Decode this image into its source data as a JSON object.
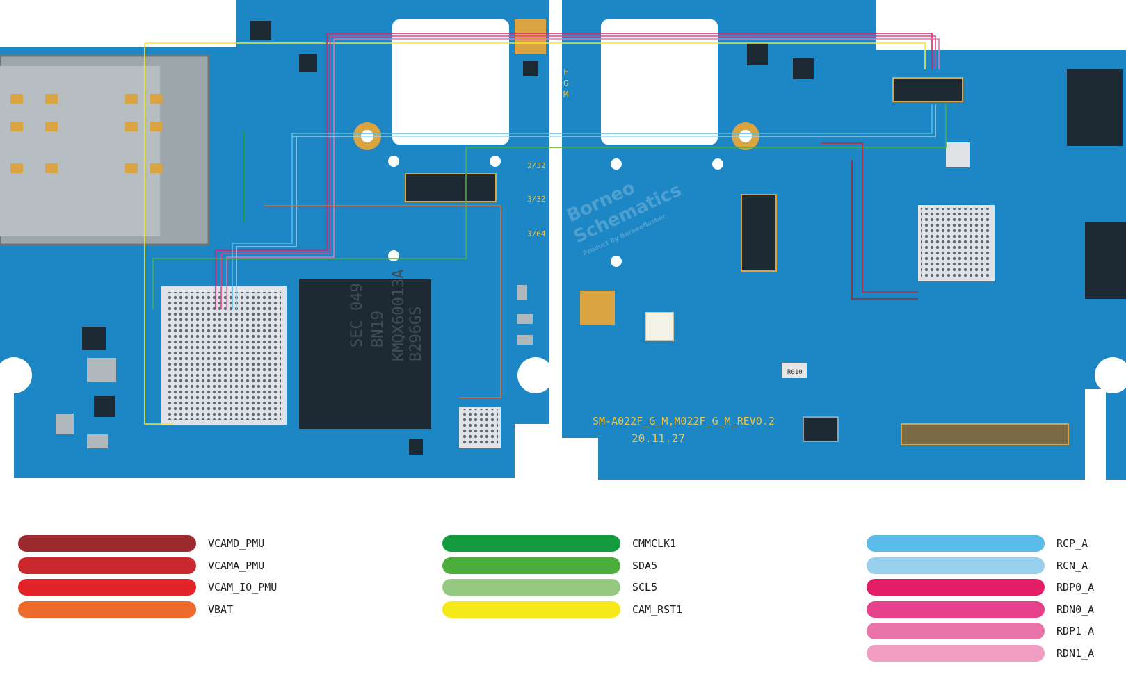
{
  "board": {
    "model_text": "SM-A022F_G_M,M022F_G_M_REV0.2",
    "date_text": "20.11.27",
    "left_board_labels": [
      "2/32",
      "3/32",
      "3/64"
    ],
    "right_board_labels": [
      "F",
      "G",
      "M"
    ],
    "chip_markings": [
      "SEC 049",
      "BN19",
      "KMQX60013A",
      "B296GS"
    ],
    "watermark_title": [
      "Borneo",
      "Schematics"
    ],
    "watermark_subtitle": "Product By Borneoflasher",
    "component_label": "R010",
    "colors": {
      "pcb": "#1d86c4",
      "pcb_dark": "#155f95",
      "pad_gold": "#d9a441",
      "chip": "#1e2a33"
    }
  },
  "legend": {
    "columns": [
      {
        "items": [
          {
            "label": "VCAMD_PMU",
            "color": "#9a2a2e"
          },
          {
            "label": "VCAMA_PMU",
            "color": "#c9282f"
          },
          {
            "label": "VCAM_IO_PMU",
            "color": "#e32229"
          },
          {
            "label": "VBAT",
            "color": "#ec6a2a"
          }
        ]
      },
      {
        "items": [
          {
            "label": "CMMCLK1",
            "color": "#149a3f"
          },
          {
            "label": "SDA5",
            "color": "#4cad3c"
          },
          {
            "label": "SCL5",
            "color": "#95c981"
          },
          {
            "label": "CAM_RST1",
            "color": "#f6e91a"
          }
        ]
      },
      {
        "items": [
          {
            "label": "RCP_A",
            "color": "#5bbbe9"
          },
          {
            "label": "RCN_A",
            "color": "#97cfec"
          },
          {
            "label": "RDP0_A",
            "color": "#e41e66"
          },
          {
            "label": "RDN0_A",
            "color": "#e6418a"
          },
          {
            "label": "RDP1_A",
            "color": "#ea73aa"
          },
          {
            "label": "RDN1_A",
            "color": "#f09dc1"
          }
        ]
      }
    ]
  }
}
